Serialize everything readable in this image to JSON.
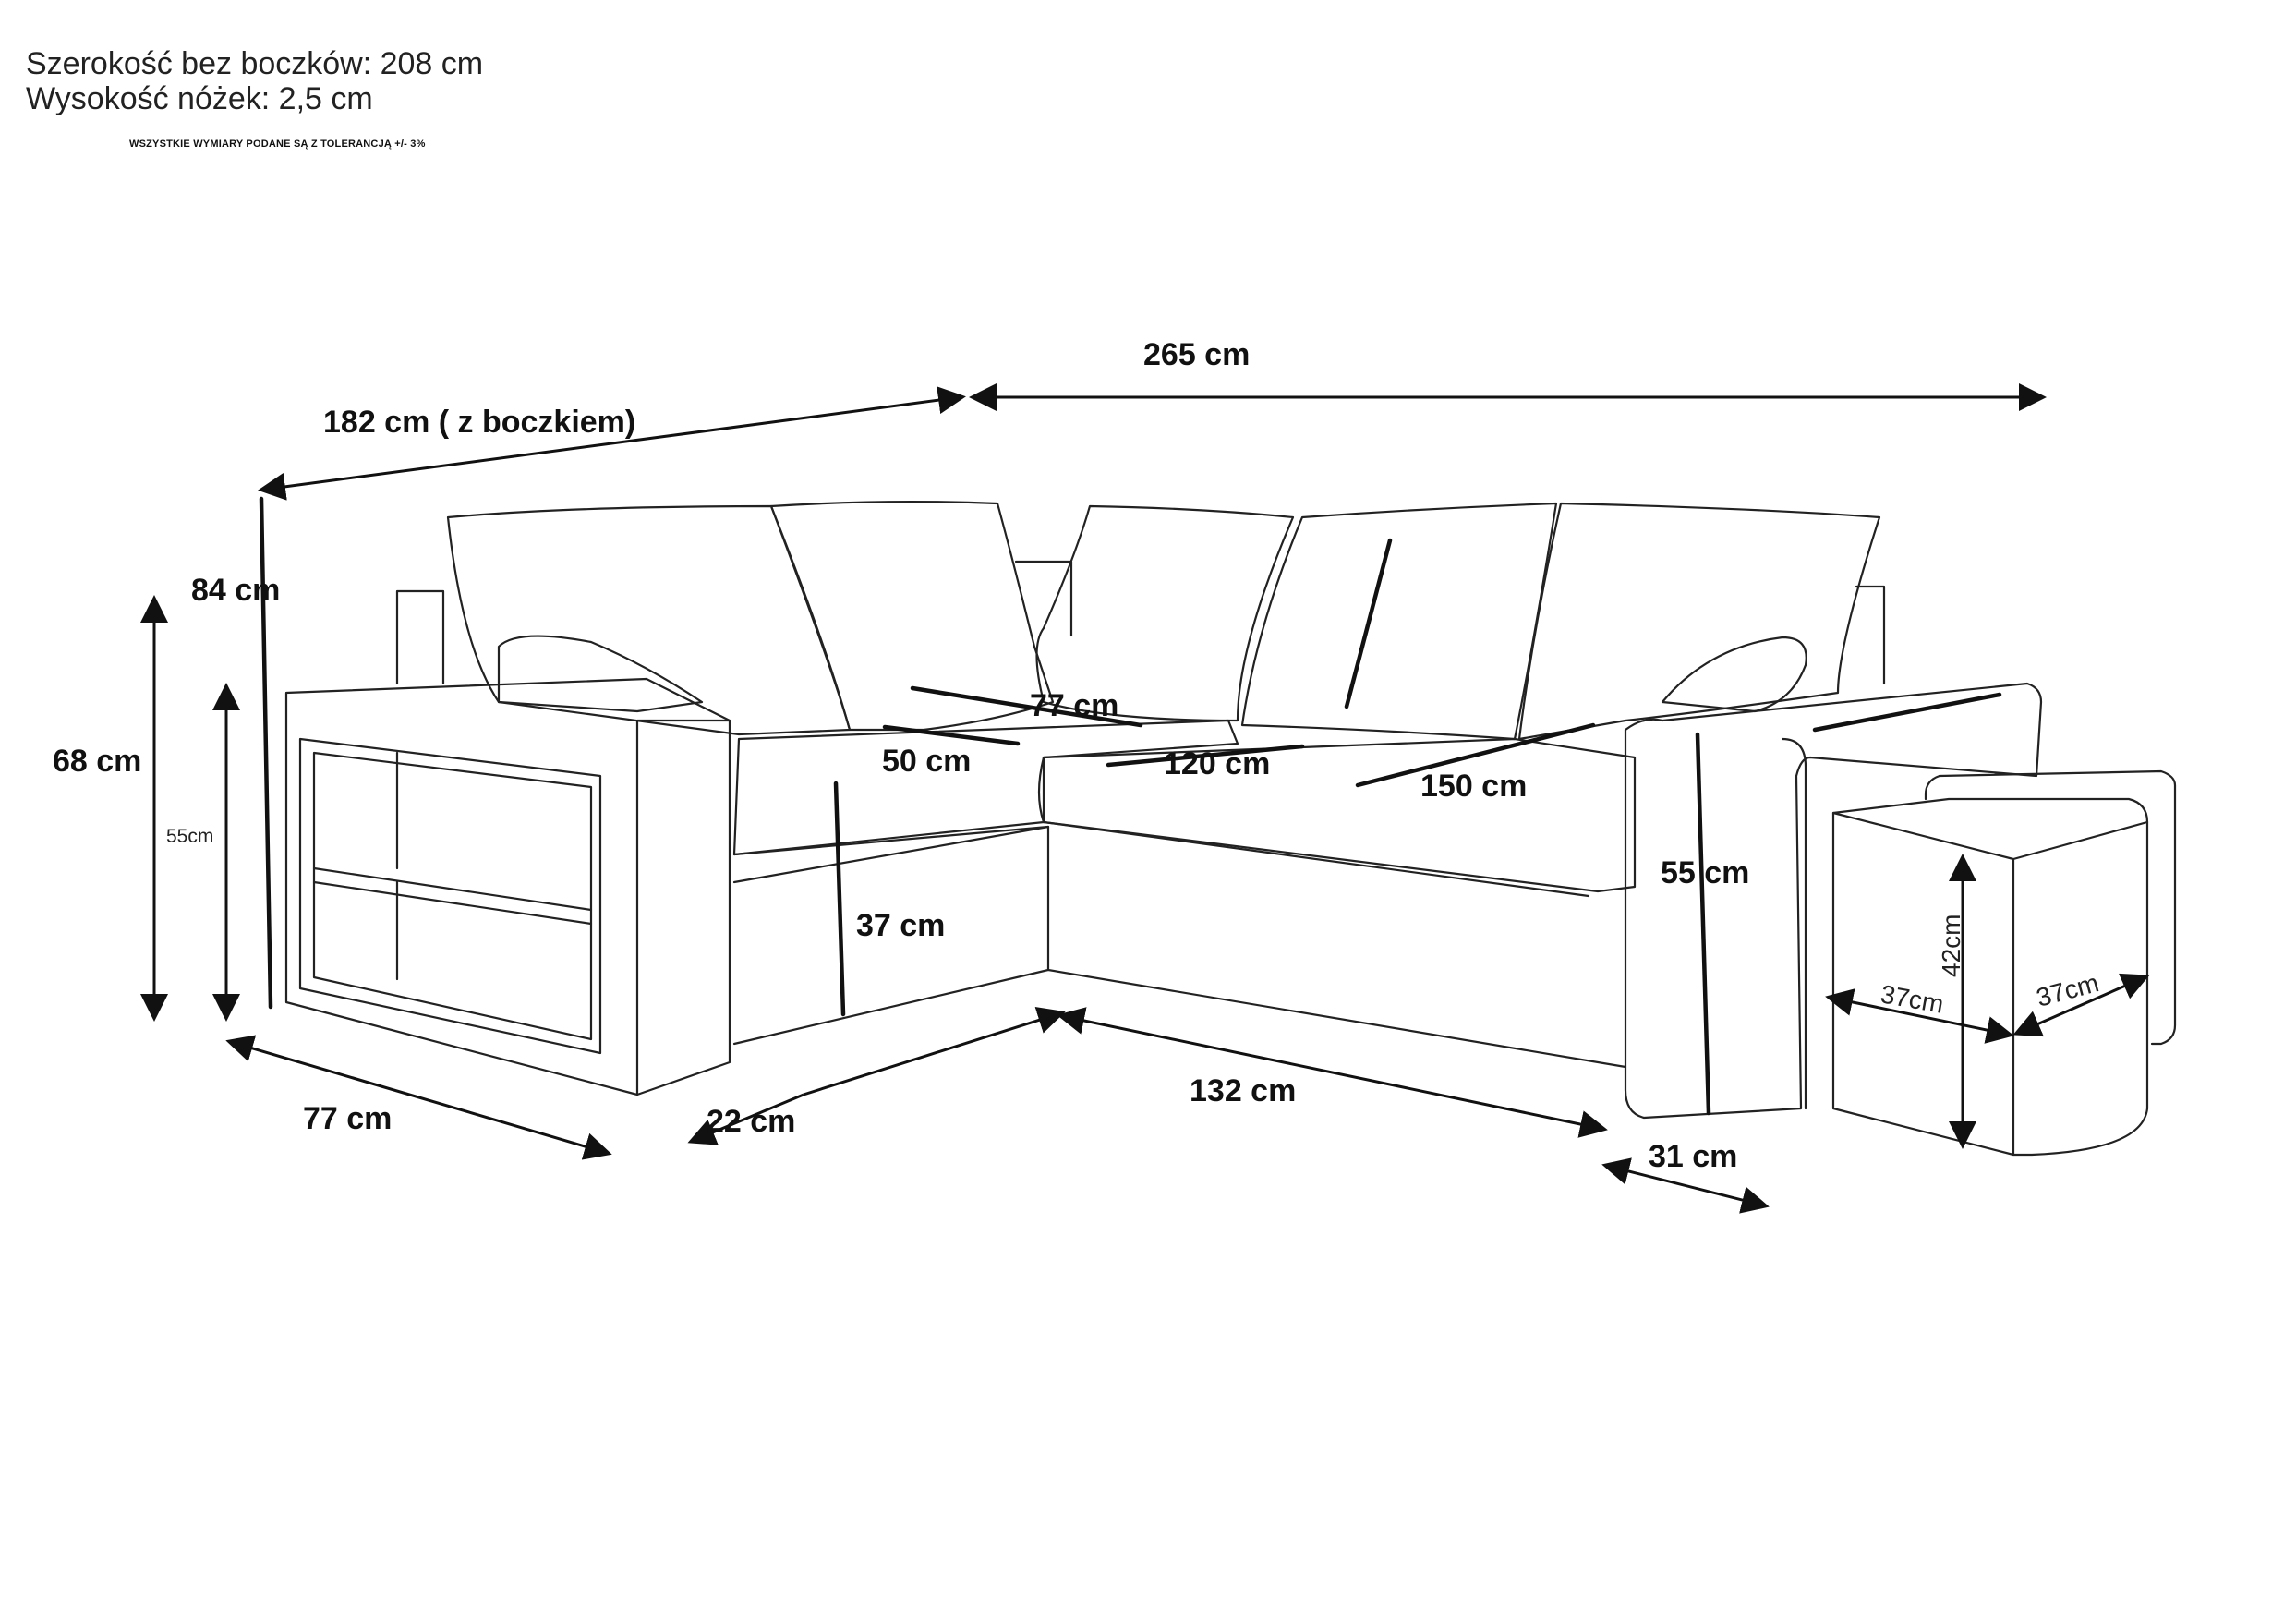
{
  "specs": {
    "width_without_armrests": "Szerokość bez boczków: 208 cm",
    "leg_height": "Wysokość nóżek: 2,5 cm",
    "tolerance_note": "WSZYSTKIE WYMIARY PODANE SĄ Z TOLERANCJĄ +/- 3%"
  },
  "dimensions": {
    "total_width": "265 cm",
    "side_length": "182 cm ( z boczkiem)",
    "back_height": "84 cm",
    "armrest_height": "68 cm",
    "shelf_height": "55cm",
    "chaise_depth": "77 cm",
    "seat_depth_top": "77 cm",
    "seat_depth_left": "50 cm",
    "seat_depth_mid": "120 cm",
    "seat_length": "150 cm",
    "right_arm_height": "55 cm",
    "seat_height": "37 cm",
    "corner_gap": "22 cm",
    "front_length": "132 cm",
    "arm_width": "31 cm",
    "pouf_height": "42cm",
    "pouf_width": "37cm",
    "pouf_depth": "37cm"
  },
  "colors": {
    "line": "#222222",
    "background": "#ffffff"
  }
}
